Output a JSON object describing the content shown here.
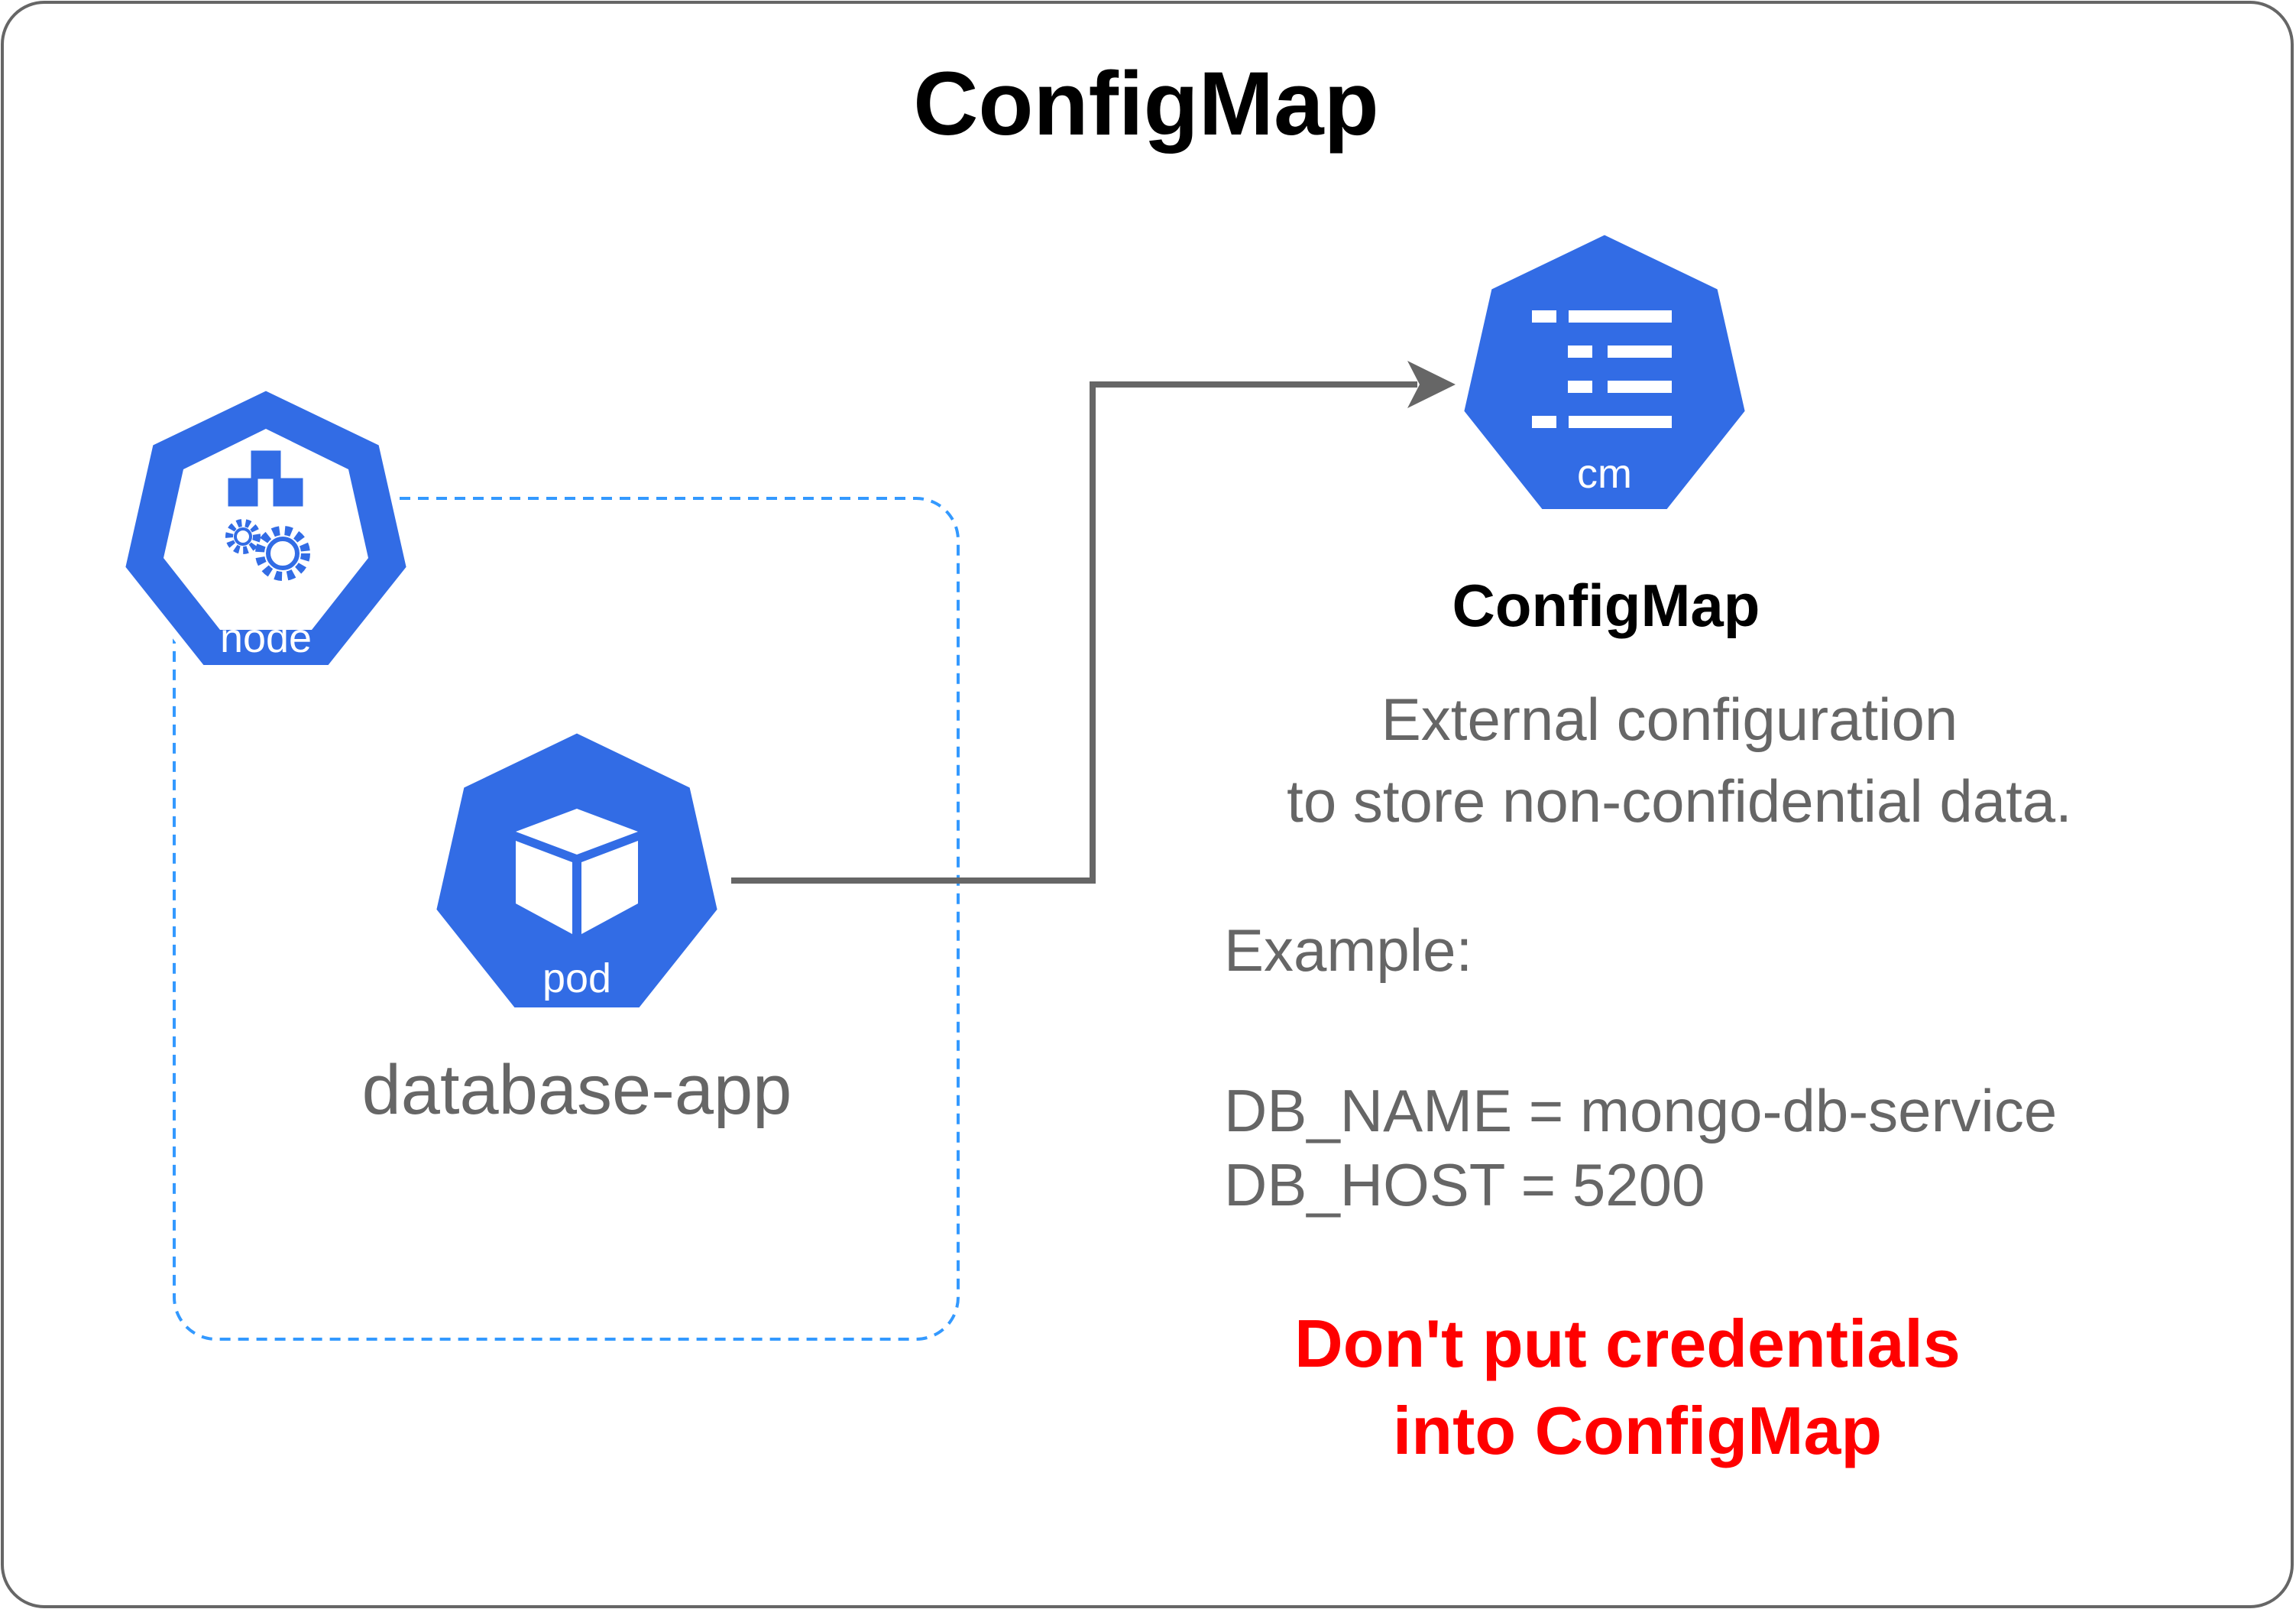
{
  "title": "ConfigMap",
  "node": {
    "label": "node"
  },
  "pod": {
    "label": "pod",
    "name": "database-app"
  },
  "configmap": {
    "icon_label": "cm",
    "name": "ConfigMap",
    "description": [
      "External configuration",
      "to store non-confidential data."
    ],
    "example_header": "Example:",
    "example_lines": [
      "DB_NAME = mongo-db-service",
      "DB_HOST = 5200"
    ]
  },
  "warning": [
    "Don't put credentials",
    "into ConfigMap"
  ],
  "colors": {
    "k8s_blue": "#326CE5",
    "text_gray": "#666666",
    "warning_red": "#FF0000",
    "border": "#666666",
    "dashed_border": "#3399FF"
  }
}
